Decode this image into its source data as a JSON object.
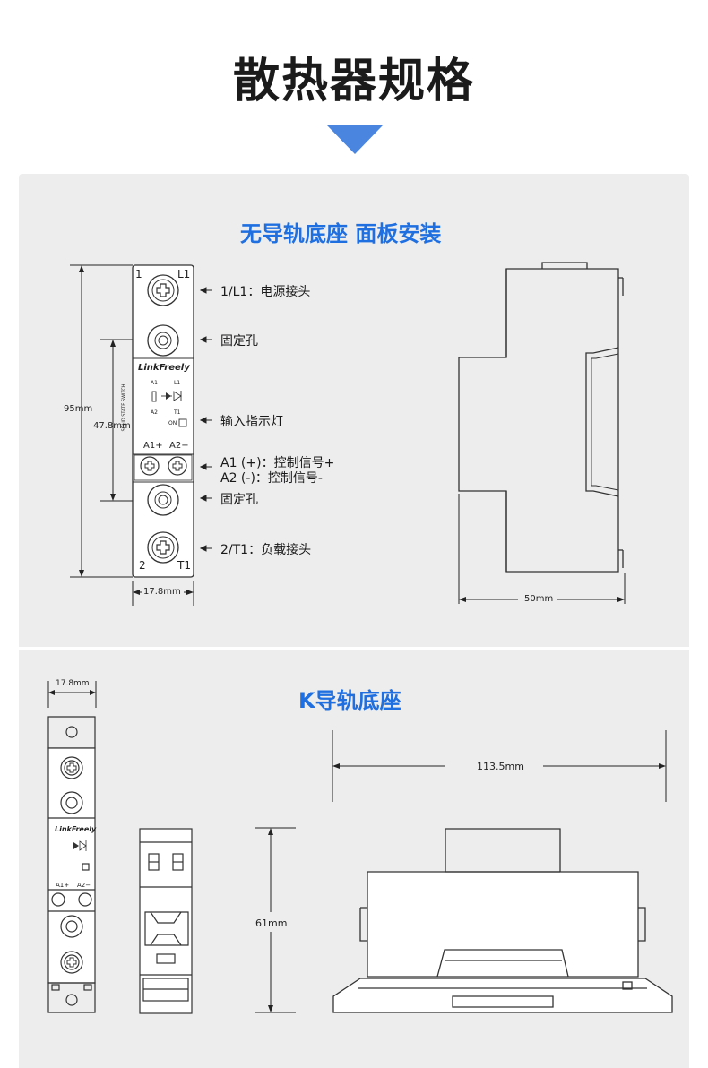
{
  "title": "散热器规格",
  "section1": {
    "title": "无导轨底座  面板安装",
    "device": {
      "brand": "LinkFreely",
      "terminal_top_left": "1",
      "terminal_top_right": "L1",
      "terminal_bottom_left": "2",
      "terminal_bottom_right": "T1",
      "ctrl_a1": "A1+",
      "ctrl_a2": "A2−",
      "on_label": "ON",
      "vertical_text": "SOLID STATE SWITCH",
      "sym_a1": "A1",
      "sym_a2": "A2",
      "sym_l1": "L1",
      "sym_t1": "T1"
    },
    "labels": {
      "l1": "1/L1：电源接头",
      "fix1": "固定孔",
      "led": "输入指示灯",
      "a1": "A1 (+)：控制信号+",
      "a2": "A2 (-)：控制信号-",
      "fix2": "固定孔",
      "t1": "2/T1：负载接头"
    },
    "dims": {
      "height": "95mm",
      "inner": "47.8mm",
      "width": "17.8mm",
      "depth": "50mm"
    }
  },
  "section2": {
    "title": "K导轨底座",
    "dims": {
      "width": "17.8mm",
      "length": "113.5mm",
      "height": "61mm"
    }
  }
}
